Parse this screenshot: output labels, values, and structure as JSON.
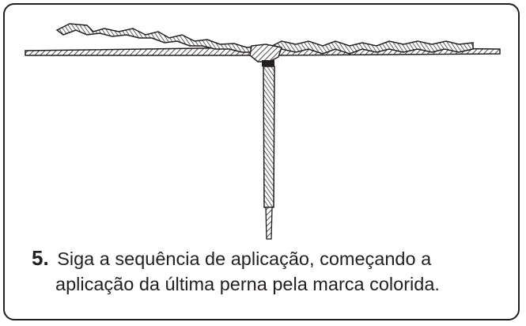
{
  "instruction": {
    "step_number": "5.",
    "line1": "Siga a sequência de aplicação, começando a",
    "line2": "aplicação da última perna pela marca colorida."
  },
  "colors": {
    "ink": "#231f20",
    "background": "#ffffff",
    "marker": "#231f20"
  }
}
